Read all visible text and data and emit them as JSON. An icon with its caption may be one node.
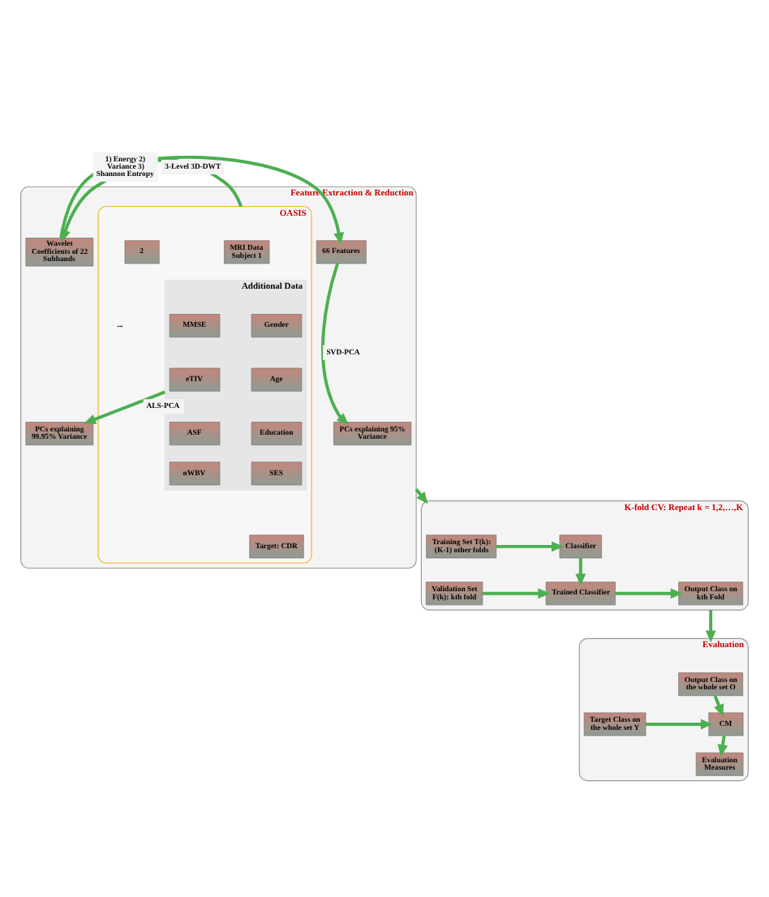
{
  "diagram": {
    "nodes": [
      {
        "text": [
          "Feature Extraction & Reduction"
        ]
      },
      {
        "text": [
          "OASIS"
        ],
        "in": 0
      },
      {
        "text": [
          "MRI Data",
          "Subject 1"
        ],
        "in": 1
      },
      {
        "text": [
          "2"
        ],
        "in": 1
      },
      {
        "text": [
          "Additional Data"
        ],
        "in": 1
      },
      {
        "text": [
          "Gender"
        ],
        "in": 4
      },
      {
        "text": [
          "MMSE"
        ],
        "in": 4
      },
      {
        "text": [
          "Age"
        ],
        "in": 4
      },
      {
        "text": [
          "eTIV"
        ],
        "in": 4
      },
      {
        "text": [
          "Education"
        ],
        "in": 4
      },
      {
        "text": [
          "ASF"
        ],
        "in": 4
      },
      {
        "text": [
          "SES"
        ],
        "in": 4
      },
      {
        "text": [
          "nWBV"
        ],
        "in": 4
      },
      {
        "text": [
          "Target: CDR"
        ],
        "in": 1
      },
      {
        "text": [
          "Wavelet Coefficients of 22 Subbands"
        ],
        "in": 0
      },
      {
        "text": [
          "66 Features"
        ],
        "in": 0
      },
      {
        "text": [
          "PCs explaining 99.95% Variance"
        ],
        "in": 0
      },
      {
        "text": [
          "PCs explaining 95% Variance"
        ],
        "in": 0
      },
      {
        "text": [
          "K-fold CV: Repeat k = 1,2,…,K"
        ]
      },
      {
        "text": [
          "Training Set T(k): (K-1) other folds"
        ],
        "in": 18
      },
      {
        "text": [
          "Classifier"
        ],
        "in": 18
      },
      {
        "text": [
          "Validation Set F(k): kth fold"
        ],
        "in": 18
      },
      {
        "text": [
          "Trained Classifier"
        ],
        "in": 18
      },
      {
        "text": [
          "Output Class on kth Fold"
        ],
        "in": 18
      },
      {
        "text": [
          "Evaluation"
        ]
      },
      {
        "text": [
          "Output Class on the whole set O"
        ],
        "in": 24
      },
      {
        "text": [
          "Target Class on the whole set Y"
        ],
        "in": 24
      },
      {
        "text": [
          "CM"
        ],
        "in": 24
      },
      {
        "text": [
          "Evaluation Measures"
        ],
        "in": 24
      }
    ],
    "edges": [
      {
        "from": 1,
        "to": 14,
        "arrow": "to",
        "label": "3-Level 3D-DWT"
      },
      {
        "from": 14,
        "to": 15,
        "arrow": "to",
        "label": "1) Energy 2) Variance 3) Shannon Entropy"
      },
      {
        "from": 15,
        "to": 17,
        "arrow": "to",
        "label": "SVD-PCA"
      },
      {
        "from": 4,
        "to": 16,
        "arrow": "to",
        "label": "ALS-PCA"
      },
      {
        "from": 0,
        "to": 18,
        "arrow": "to"
      },
      {
        "from": 19,
        "to": 20,
        "arrow": "to"
      },
      {
        "from": 20,
        "to": 22,
        "arrow": "to"
      },
      {
        "from": 21,
        "to": 22,
        "arrow": "to"
      },
      {
        "from": 22,
        "to": 23,
        "arrow": "to"
      },
      {
        "from": 18,
        "to": 24,
        "arrow": "to"
      },
      {
        "from": 25,
        "to": 27,
        "arrow": "to"
      },
      {
        "from": 26,
        "to": 27,
        "arrow": "to"
      },
      {
        "from": 27,
        "to": 28,
        "arrow": "to"
      }
    ],
    "labels": [
      "..."
    ]
  }
}
